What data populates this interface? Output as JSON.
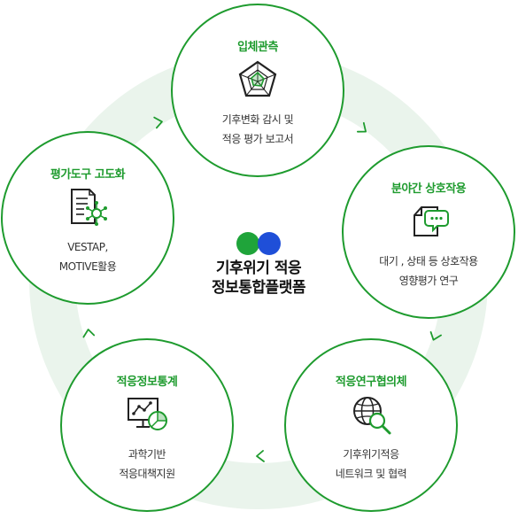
{
  "center": {
    "title_line1": "기후위기 적응",
    "title_line2": "정보통합플랫폼",
    "colors": {
      "dot_left": "#1fa43a",
      "dot_right": "#1f4fd8"
    }
  },
  "nodes": [
    {
      "title": "입체관측",
      "desc": [
        "기후변화 감시 및",
        "적응 평가 보고서"
      ],
      "icon": "radar-chart-icon"
    },
    {
      "title": "분야간 상호작용",
      "desc": [
        "대기 , 상태 등 상호작용",
        "영향평가 연구"
      ],
      "icon": "document-chat-icon"
    },
    {
      "title": "적응연구협의체",
      "desc": [
        "기후위기적응",
        "네트워크 및 협력"
      ],
      "icon": "globe-search-icon"
    },
    {
      "title": "적응정보통계",
      "desc": [
        "과학기반",
        "적응대책지원"
      ],
      "icon": "monitor-chart-icon"
    },
    {
      "title": "평가도구 고도화",
      "desc": [
        "VESTAP,",
        "MOTIVE활용"
      ],
      "icon": "document-network-icon"
    }
  ],
  "colors": {
    "accent": "#1e9b2e",
    "ring": "#eaf4ec",
    "text": "#333333"
  }
}
